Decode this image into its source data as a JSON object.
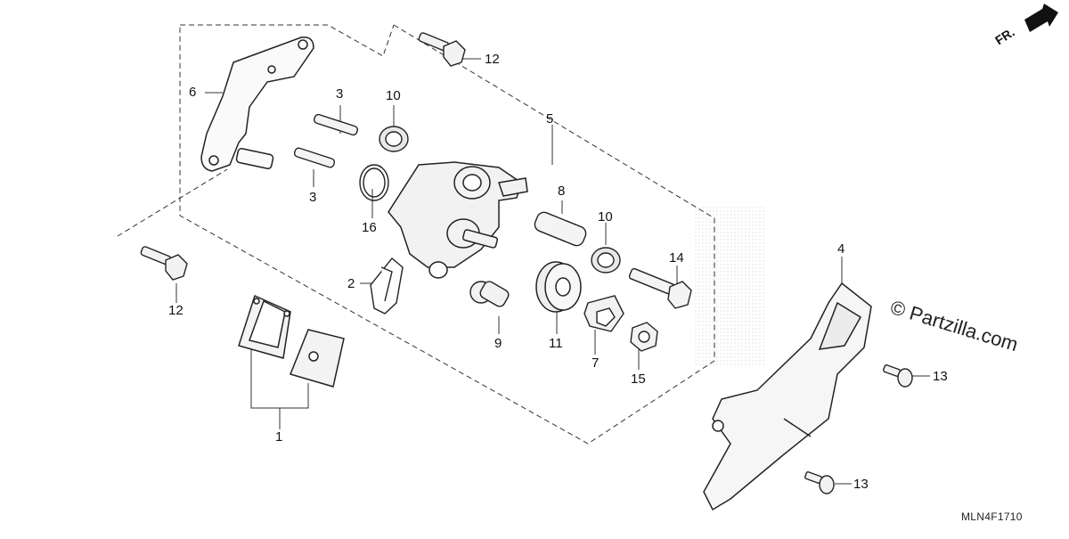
{
  "diagram": {
    "diagram_code": "MLN4F1710",
    "watermark": "© Partzilla.com",
    "front_indicator": "FR.",
    "callouts": [
      {
        "id": "c1",
        "text": "1"
      },
      {
        "id": "c2",
        "text": "2"
      },
      {
        "id": "c3a",
        "text": "3"
      },
      {
        "id": "c3b",
        "text": "3"
      },
      {
        "id": "c4",
        "text": "4"
      },
      {
        "id": "c5",
        "text": "5"
      },
      {
        "id": "c6",
        "text": "6"
      },
      {
        "id": "c7",
        "text": "7"
      },
      {
        "id": "c8",
        "text": "8"
      },
      {
        "id": "c9",
        "text": "9"
      },
      {
        "id": "c10a",
        "text": "10"
      },
      {
        "id": "c10b",
        "text": "10"
      },
      {
        "id": "c11",
        "text": "11"
      },
      {
        "id": "c12a",
        "text": "12"
      },
      {
        "id": "c12b",
        "text": "12"
      },
      {
        "id": "c13a",
        "text": "13"
      },
      {
        "id": "c13b",
        "text": "13"
      },
      {
        "id": "c14",
        "text": "14"
      },
      {
        "id": "c15",
        "text": "15"
      },
      {
        "id": "c16",
        "text": "16"
      }
    ]
  }
}
